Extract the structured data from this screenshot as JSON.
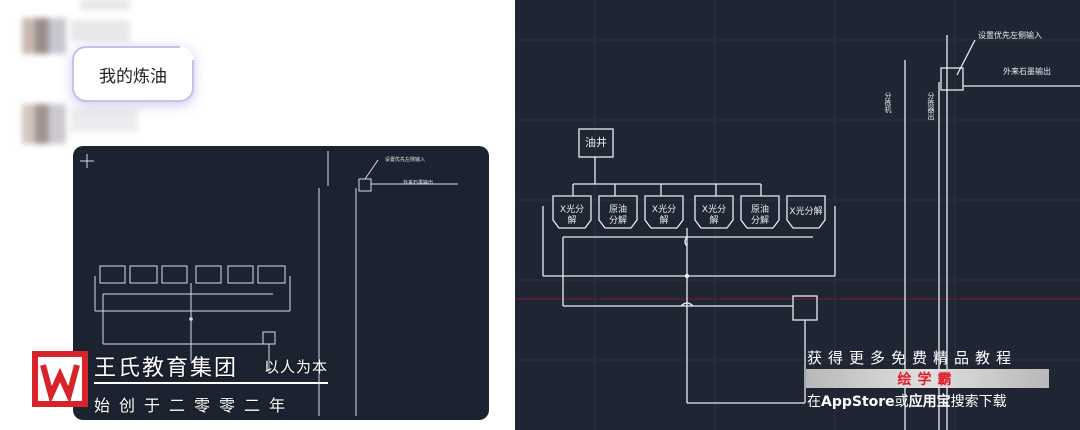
{
  "chat": {
    "bubble_text": "我的炼油"
  },
  "cad": {
    "oil_well_label": "油井",
    "units": [
      {
        "label": "X光分解",
        "line1": "X光分",
        "line2": "解"
      },
      {
        "label": "原油分解",
        "line1": "原油",
        "line2": "分解"
      },
      {
        "label": "X光分解",
        "line1": "X光分",
        "line2": "解"
      },
      {
        "label": "X光分解",
        "line1": "X光分",
        "line2": "解"
      },
      {
        "label": "原油分解",
        "line1": "原油",
        "line2": "分解"
      },
      {
        "label": "X光分解",
        "line1": "X光分解",
        "line2": ""
      }
    ],
    "annotation_priority": "设置优先左侧输入",
    "annotation_output": "外来石墨输出",
    "vertical_label_1": "分拣机",
    "vertical_label_2": "分拣器出"
  },
  "watermark_left": {
    "logo_letter": "W",
    "org_name": "王氏教育集团",
    "slogan": "以人为本",
    "founded": "始创于二零零二年",
    "logo_color": "#d8232a"
  },
  "watermark_right": {
    "line1": "获得更多免费精品教程",
    "brand": "绘学霸",
    "line3_prefix": "在",
    "line3_store": "AppStore",
    "line3_or": "或",
    "line3_app": "应用宝",
    "line3_suffix": "搜索下载",
    "brand_color": "#e11d2a"
  }
}
